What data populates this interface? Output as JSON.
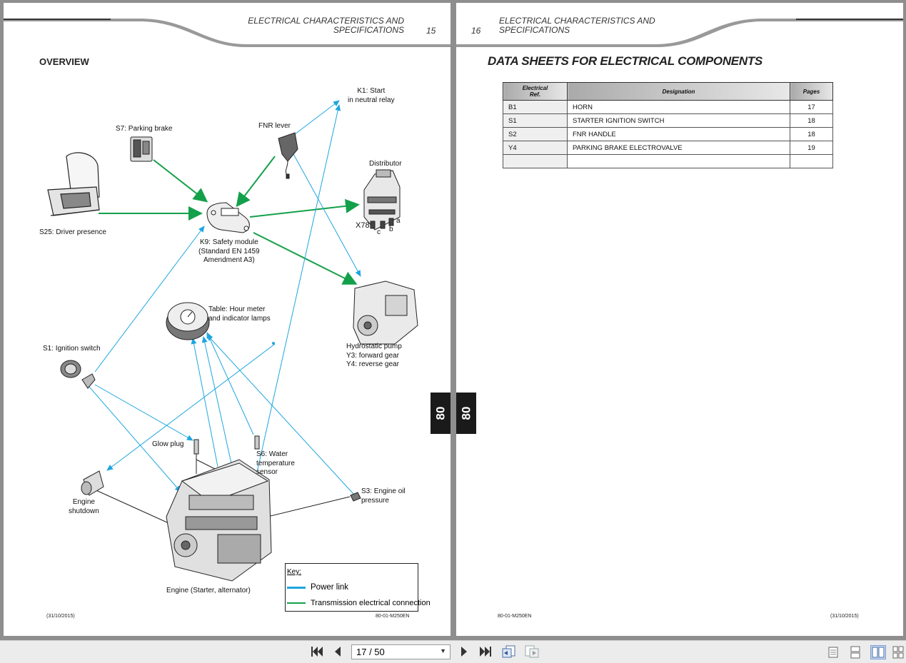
{
  "left_page": {
    "header_line1": "ELECTRICAL CHARACTERISTICS AND",
    "header_line2": "SPECIFICATIONS",
    "page_number": "15",
    "title": "OVERVIEW",
    "section_tab": "80",
    "labels": {
      "k1_line1": "K1: Start",
      "k1_line2": "in neutral relay",
      "fnr": "FNR lever",
      "s7": "S7: Parking brake",
      "distributor": "Distributor",
      "s25": "S25: Driver presence",
      "x78": "X78",
      "a": "a",
      "b": "b",
      "c": "c",
      "k9_line1": "K9: Safety module",
      "k9_line2": "(Standard EN 1459",
      "k9_line3": "Amendment A3)",
      "table_line1": "Table: Hour meter",
      "table_line2": "and indicator lamps",
      "hydro_line1": "Hydrostatic pump",
      "hydro_line2": "Y3: forward gear",
      "hydro_line3": "Y4: reverse gear",
      "s1": "S1: Ignition switch",
      "glow": "Glow plug",
      "s6_line1": "S6: Water",
      "s6_line2": "temperature",
      "s6_line3": "sensor",
      "shutdown_line1": "Engine",
      "shutdown_line2": "shutdown",
      "s3_line1": "S3: Engine oil",
      "s3_line2": "pressure",
      "engine": "Engine (Starter, alternator)"
    },
    "legend": {
      "key": "Key:",
      "power": "Power link",
      "transmission": "Transmission electrical connection",
      "power_color": "#1ea6e0",
      "transmission_color": "#13a04a"
    },
    "footer_left": "(31/10/2015)",
    "footer_right": "80-01-M250EN"
  },
  "right_page": {
    "header_line1": "ELECTRICAL CHARACTERISTICS AND",
    "header_line2": "SPECIFICATIONS",
    "page_number": "16",
    "title": "DATA SHEETS FOR ELECTRICAL COMPONENTS",
    "section_tab": "80",
    "table": {
      "headers": {
        "ref_line1": "Electrical",
        "ref_line2": "Ref.",
        "designation": "Designation",
        "pages": "Pages"
      },
      "rows": [
        {
          "ref": "B1",
          "designation": "HORN",
          "pages": "17"
        },
        {
          "ref": "S1",
          "designation": "STARTER IGNITION SWITCH",
          "pages": "18"
        },
        {
          "ref": "S2",
          "designation": "FNR HANDLE",
          "pages": "18"
        },
        {
          "ref": "Y4",
          "designation": "PARKING BRAKE ELECTROVALVE",
          "pages": "19"
        },
        {
          "ref": "",
          "designation": "",
          "pages": ""
        }
      ]
    },
    "footer_left": "80-01-M250EN",
    "footer_right": "(31/10/2015)"
  },
  "toolbar": {
    "page_display": "17 / 50",
    "first_icon": "first-page-icon",
    "prev_icon": "previous-page-icon",
    "next_icon": "next-page-icon",
    "last_icon": "last-page-icon",
    "view_mode_active": "two-page"
  }
}
